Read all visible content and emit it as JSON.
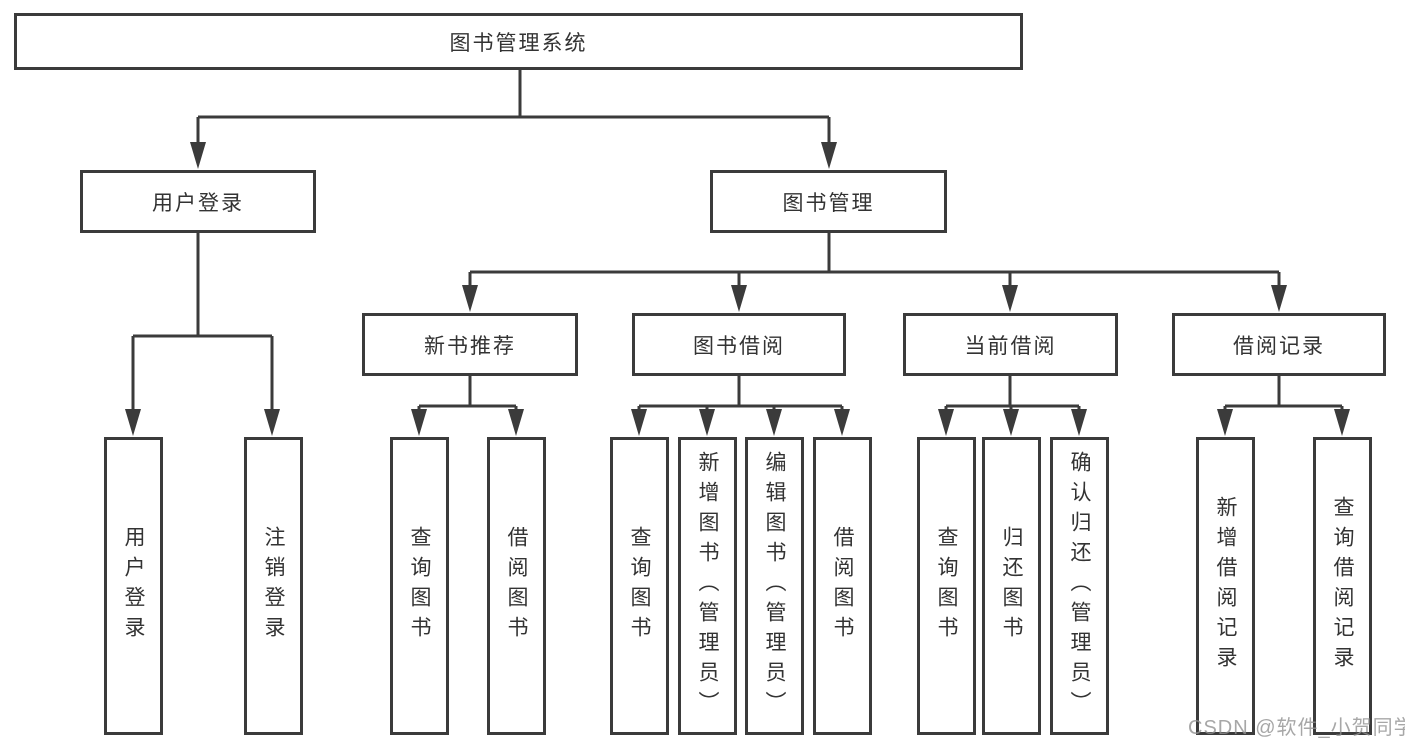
{
  "diagram": {
    "type": "hierarchy-tree",
    "root": {
      "label": "图书管理系统"
    },
    "branches": [
      {
        "label": "用户登录",
        "children": [
          "用户登录",
          "注销登录"
        ]
      },
      {
        "label": "图书管理",
        "children": [
          {
            "label": "新书推荐",
            "children": [
              "查询图书",
              "借阅图书"
            ]
          },
          {
            "label": "图书借阅",
            "children": [
              "查询图书",
              "新增图书（管理员）",
              "编辑图书（管理员）",
              "借阅图书"
            ]
          },
          {
            "label": "当前借阅",
            "children": [
              "查询图书",
              "归还图书",
              "确认归还（管理员）"
            ]
          },
          {
            "label": "借阅记录",
            "children": [
              "新增借阅记录",
              "查询借阅记录"
            ]
          }
        ]
      }
    ]
  },
  "colors": {
    "line": "#3b3b3b",
    "box_border": "#3b3b3b",
    "text": "#333333",
    "background": "#ffffff",
    "watermark": "#919191"
  },
  "watermark": {
    "text": "CSDN @软件_小贺同学"
  }
}
